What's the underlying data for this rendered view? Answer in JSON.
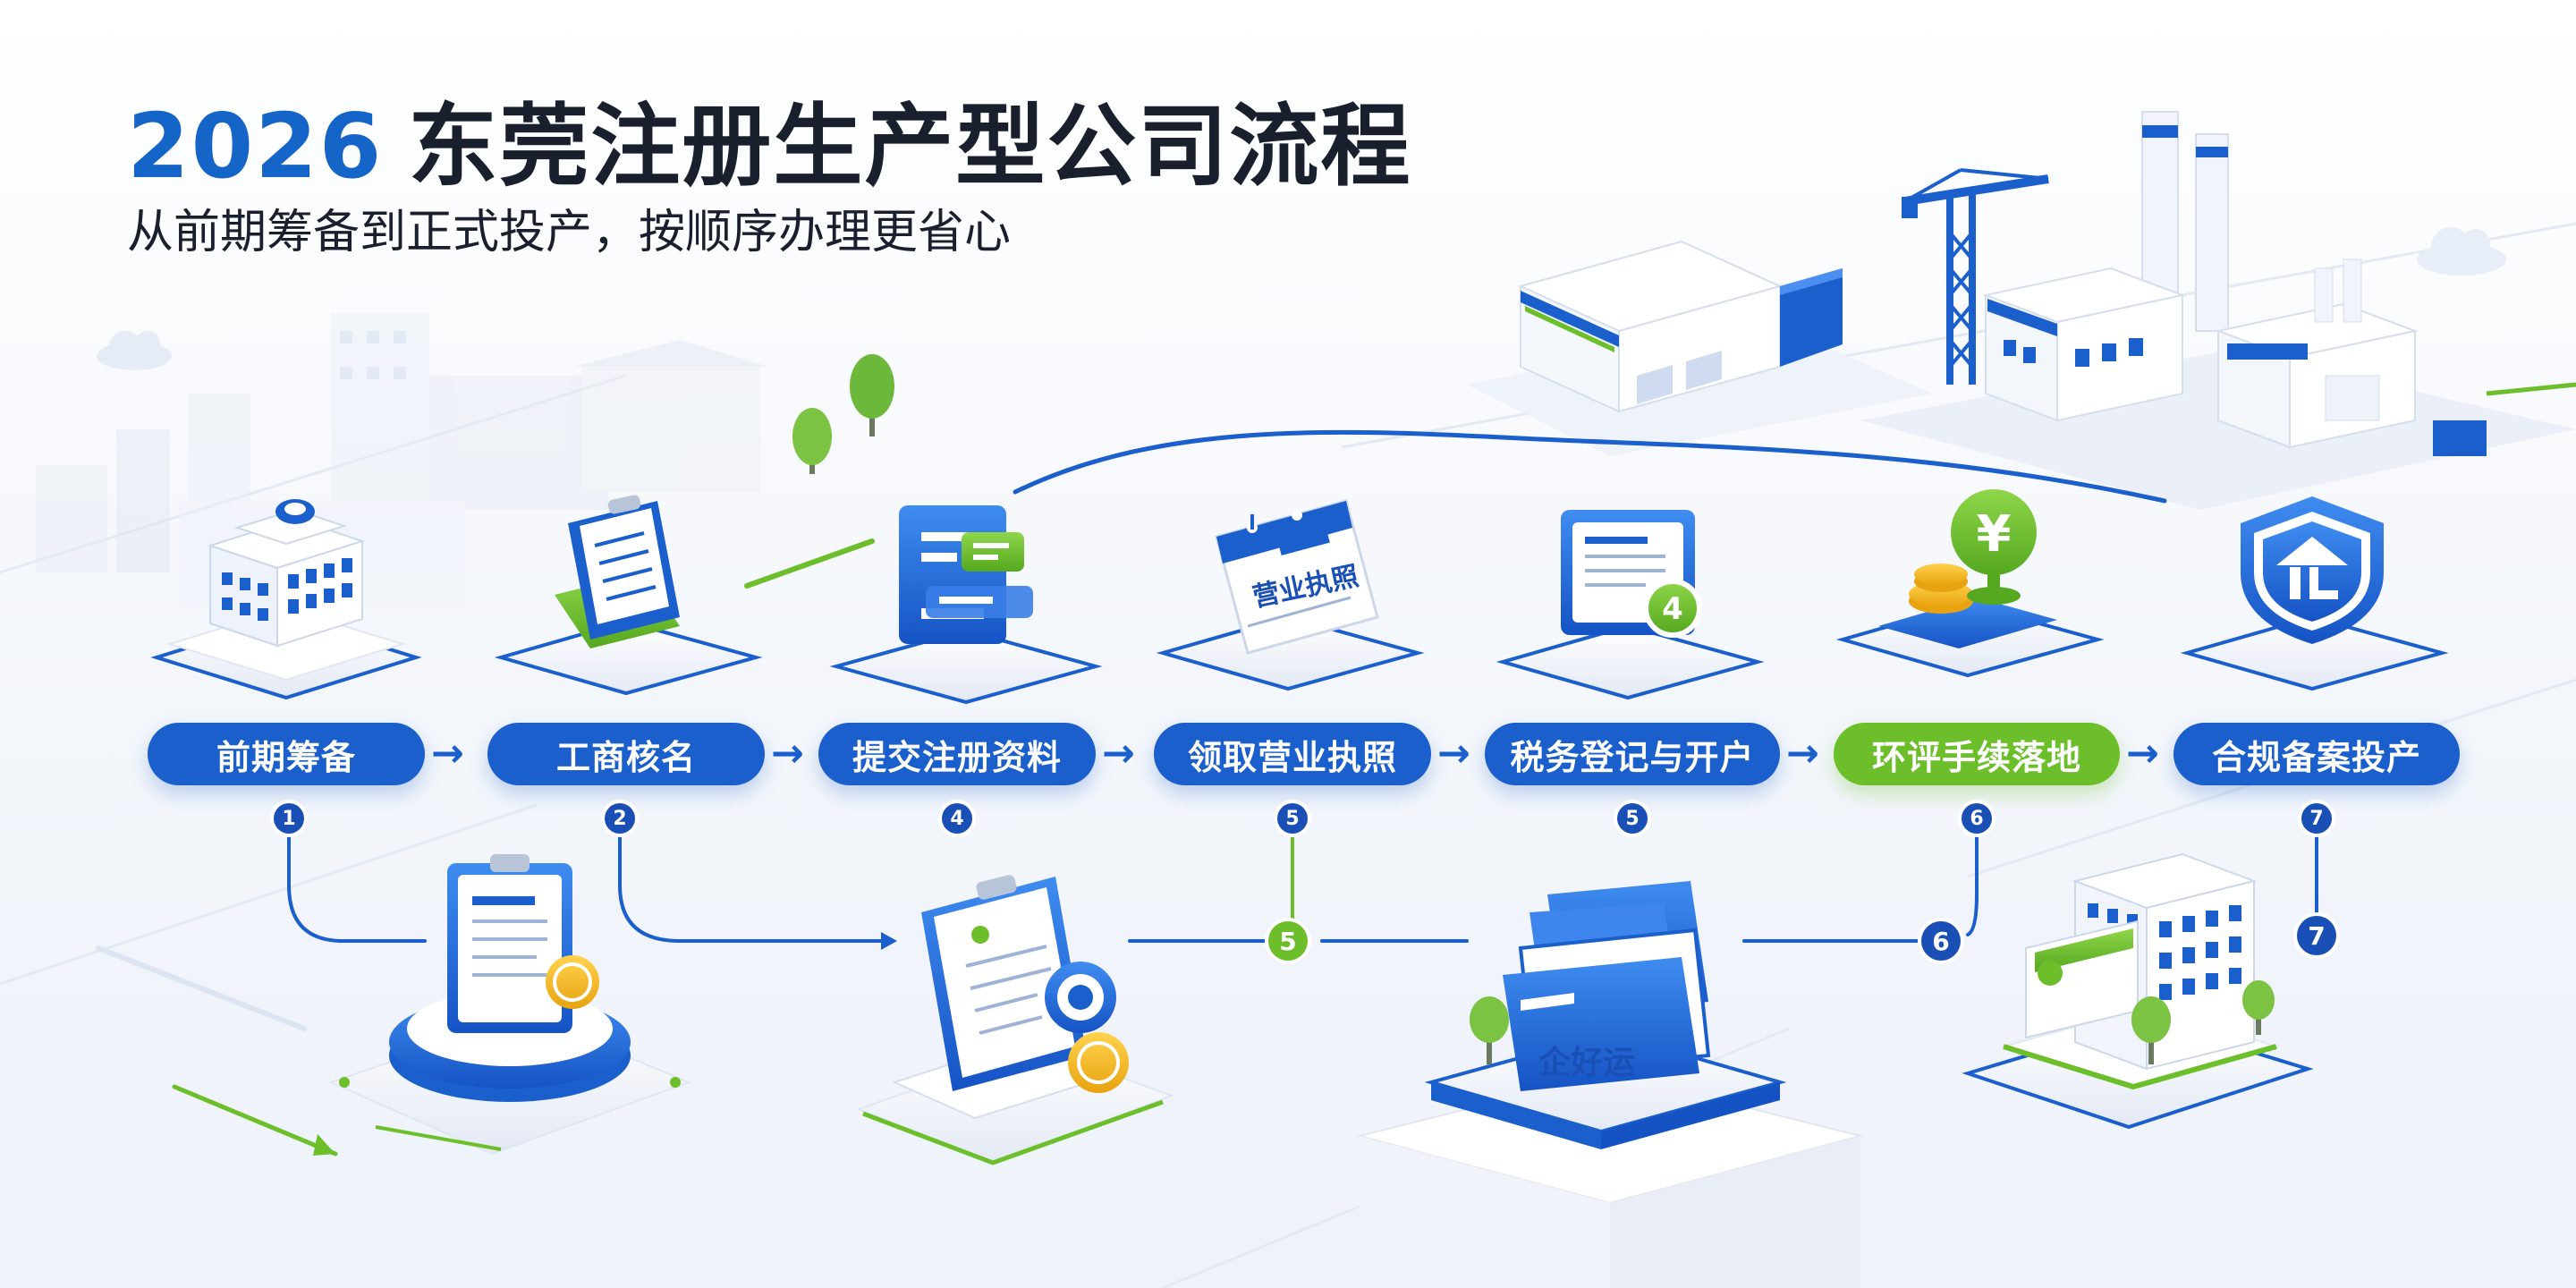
{
  "header": {
    "year": "2026",
    "title": "东莞注册生产型公司流程",
    "subtitle": "从前期筹备到正式投产，按顺序办理更省心"
  },
  "steps": [
    {
      "label": "前期筹备",
      "badge": "1"
    },
    {
      "label": "工商核名",
      "badge": "2"
    },
    {
      "label": "提交注册资料",
      "badge": "4"
    },
    {
      "label": "领取营业执照",
      "badge": "5"
    },
    {
      "label": "税务登记与开户",
      "badge": "5"
    },
    {
      "label": "环评手续落地",
      "badge": "6"
    },
    {
      "label": "合规备案投产",
      "badge": "7"
    }
  ],
  "arrow_glyph": "→",
  "lower_badges": [
    "5",
    "6",
    "7"
  ],
  "icon_text": {
    "calendar_label": "营业执照",
    "doc_badge": "4",
    "yuan_symbol": "¥",
    "file_box_label": "企好运"
  },
  "colors": {
    "primary_blue": "#1a5fcc",
    "dark_blue": "#1a4fb5",
    "accent_green": "#6cbf2a",
    "title_text": "#1a1f2e",
    "year_blue": "#1565c8"
  }
}
